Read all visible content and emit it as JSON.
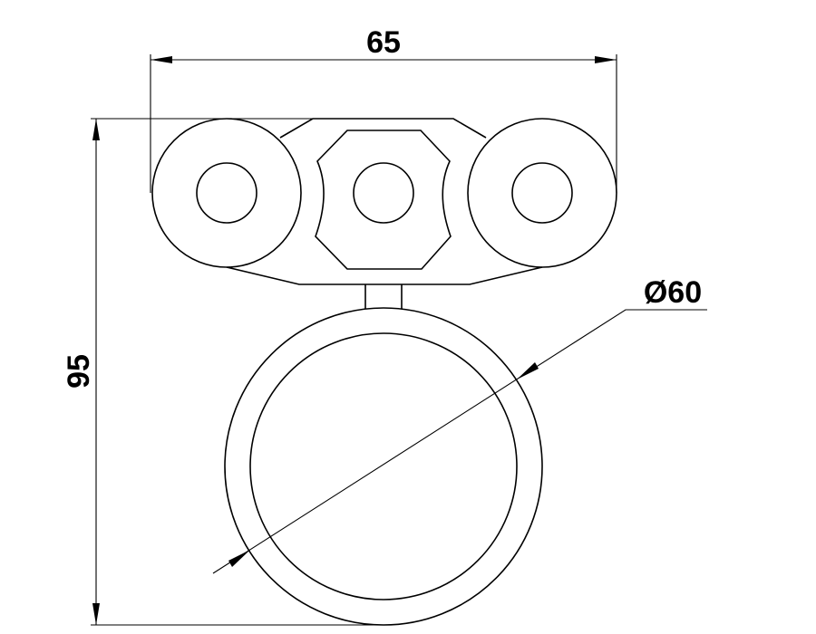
{
  "drawing": {
    "dimension_width": "65",
    "dimension_height": "95",
    "dimension_diameter": "Ø60",
    "line_color": "#000000",
    "background_color": "#ffffff"
  }
}
